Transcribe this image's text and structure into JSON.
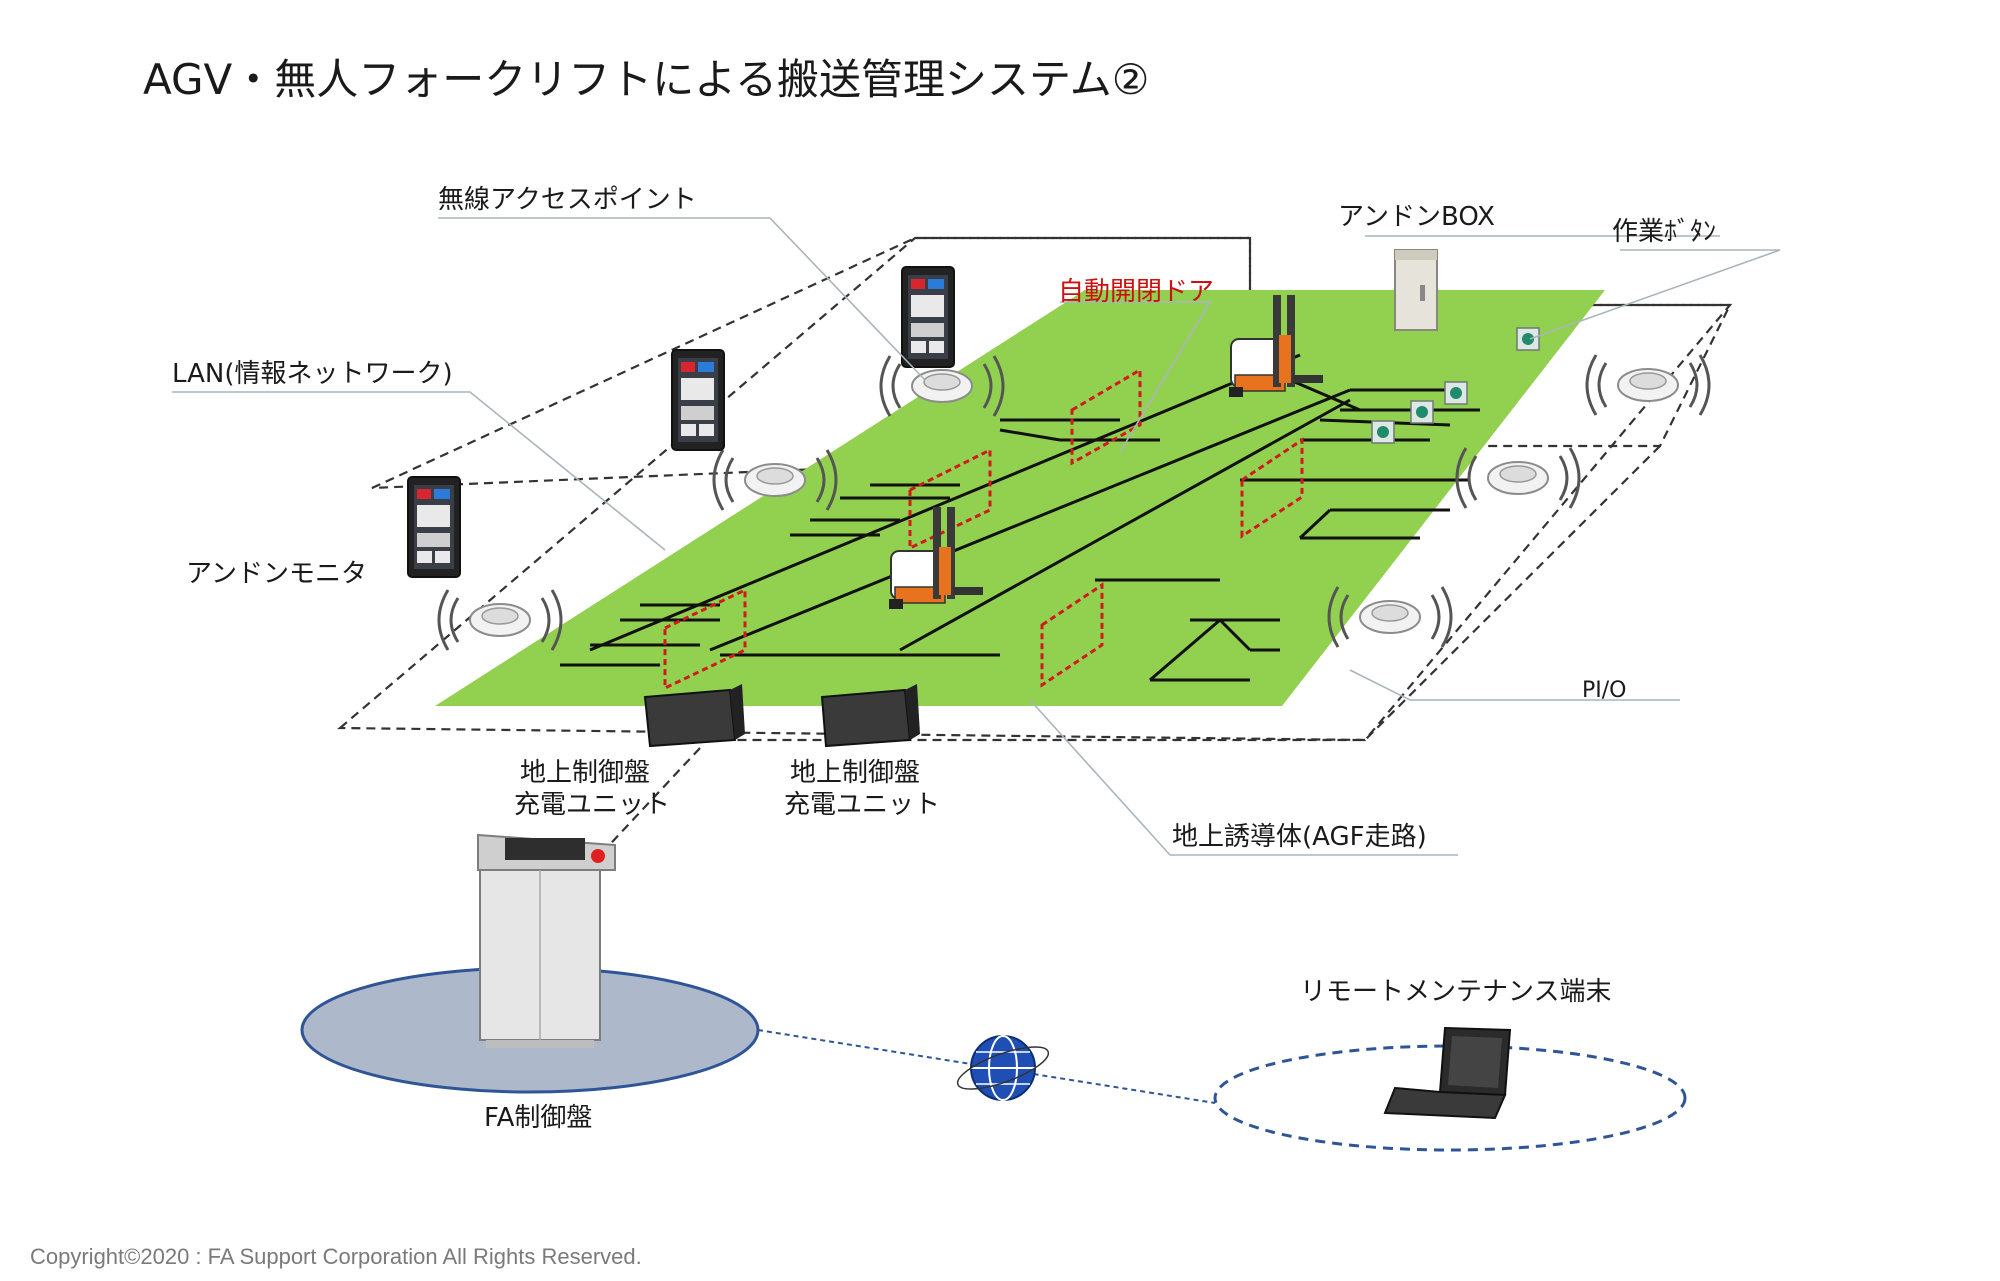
{
  "title": "AGV・無人フォークリフトによる搬送管理システム②",
  "labels": {
    "access_point": "無線アクセスポイント",
    "andon_box": "アンドンBOX",
    "work_button": "作業ﾎﾞﾀﾝ",
    "auto_door": "自動開閉ドア",
    "lan": "LAN(情報ネットワーク)",
    "andon_monitor": "アンドンモニタ",
    "pio": "PI/O",
    "ground_panel_1": [
      "地上制御盤",
      "充電ユニット"
    ],
    "ground_panel_2": [
      "地上制御盤",
      "充電ユニット"
    ],
    "guide_path": "地上誘導体(AGF走路)",
    "fa_panel": "FA制御盤",
    "remote_terminal": "リモートメンテナンス端末"
  },
  "copyright": "Copyright©2020 : FA Support Corporation All Rights Reserved.",
  "colors": {
    "floor": "#92d050",
    "door": "#d11a1a",
    "forklift": "#e8731f",
    "ellipse_fill": "#adb9ca",
    "ellipse_stroke": "#2f5597",
    "globe": "#1f4fb4"
  },
  "icons": [
    "wifi-access-point-icon",
    "andon-monitor-icon",
    "forklift-icon",
    "globe-icon",
    "laptop-icon",
    "control-cabinet-icon",
    "andon-box-icon",
    "work-button-icon"
  ]
}
